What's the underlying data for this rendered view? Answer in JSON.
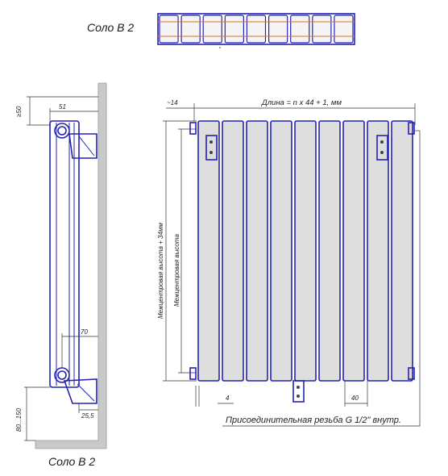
{
  "captions": {
    "top_view": "Соло В 2",
    "side_view": "Соло В 2"
  },
  "dims": {
    "wall_gap": "≥50",
    "depth": "51",
    "pipe_depth": "70",
    "bracket_offset": "25,5",
    "floor_gap": "80...150",
    "left_offset": "~14",
    "length_formula": "Длина = n x 44 + 1, мм",
    "height_outer": "Межцентровая высота + 34мм",
    "height_center": "Межцентровая высота",
    "gap_4": "4",
    "section_40": "40",
    "thread_note": "Присоединительная резьба G 1/2\" внутр."
  },
  "colors": {
    "outline": "#2323b4",
    "section_fill": "#dedede",
    "wall_fill": "#c9c9c9",
    "axis": "#e0702a"
  },
  "sections": 9
}
